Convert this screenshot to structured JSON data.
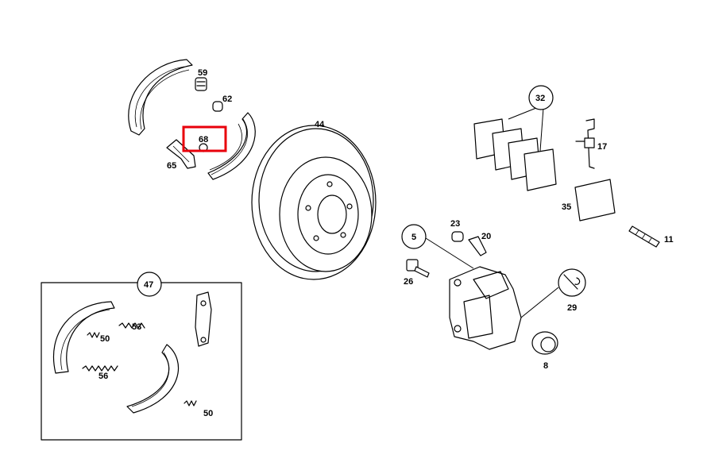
{
  "labels": {
    "p59": "59",
    "p62": "62",
    "p68": "68",
    "p65": "65",
    "p44": "44",
    "p32": "32",
    "p17": "17",
    "p35": "35",
    "p23": "23",
    "p20": "20",
    "p5": "5",
    "p26": "26",
    "p11": "11",
    "p29": "29",
    "p8": "8",
    "p47": "47",
    "p53": "53",
    "p50a": "50",
    "p56": "56",
    "p50b": "50"
  },
  "highlight": {
    "label": "68",
    "color": "#e8000b"
  },
  "colors": {
    "line": "#000000",
    "background": "#ffffff"
  }
}
